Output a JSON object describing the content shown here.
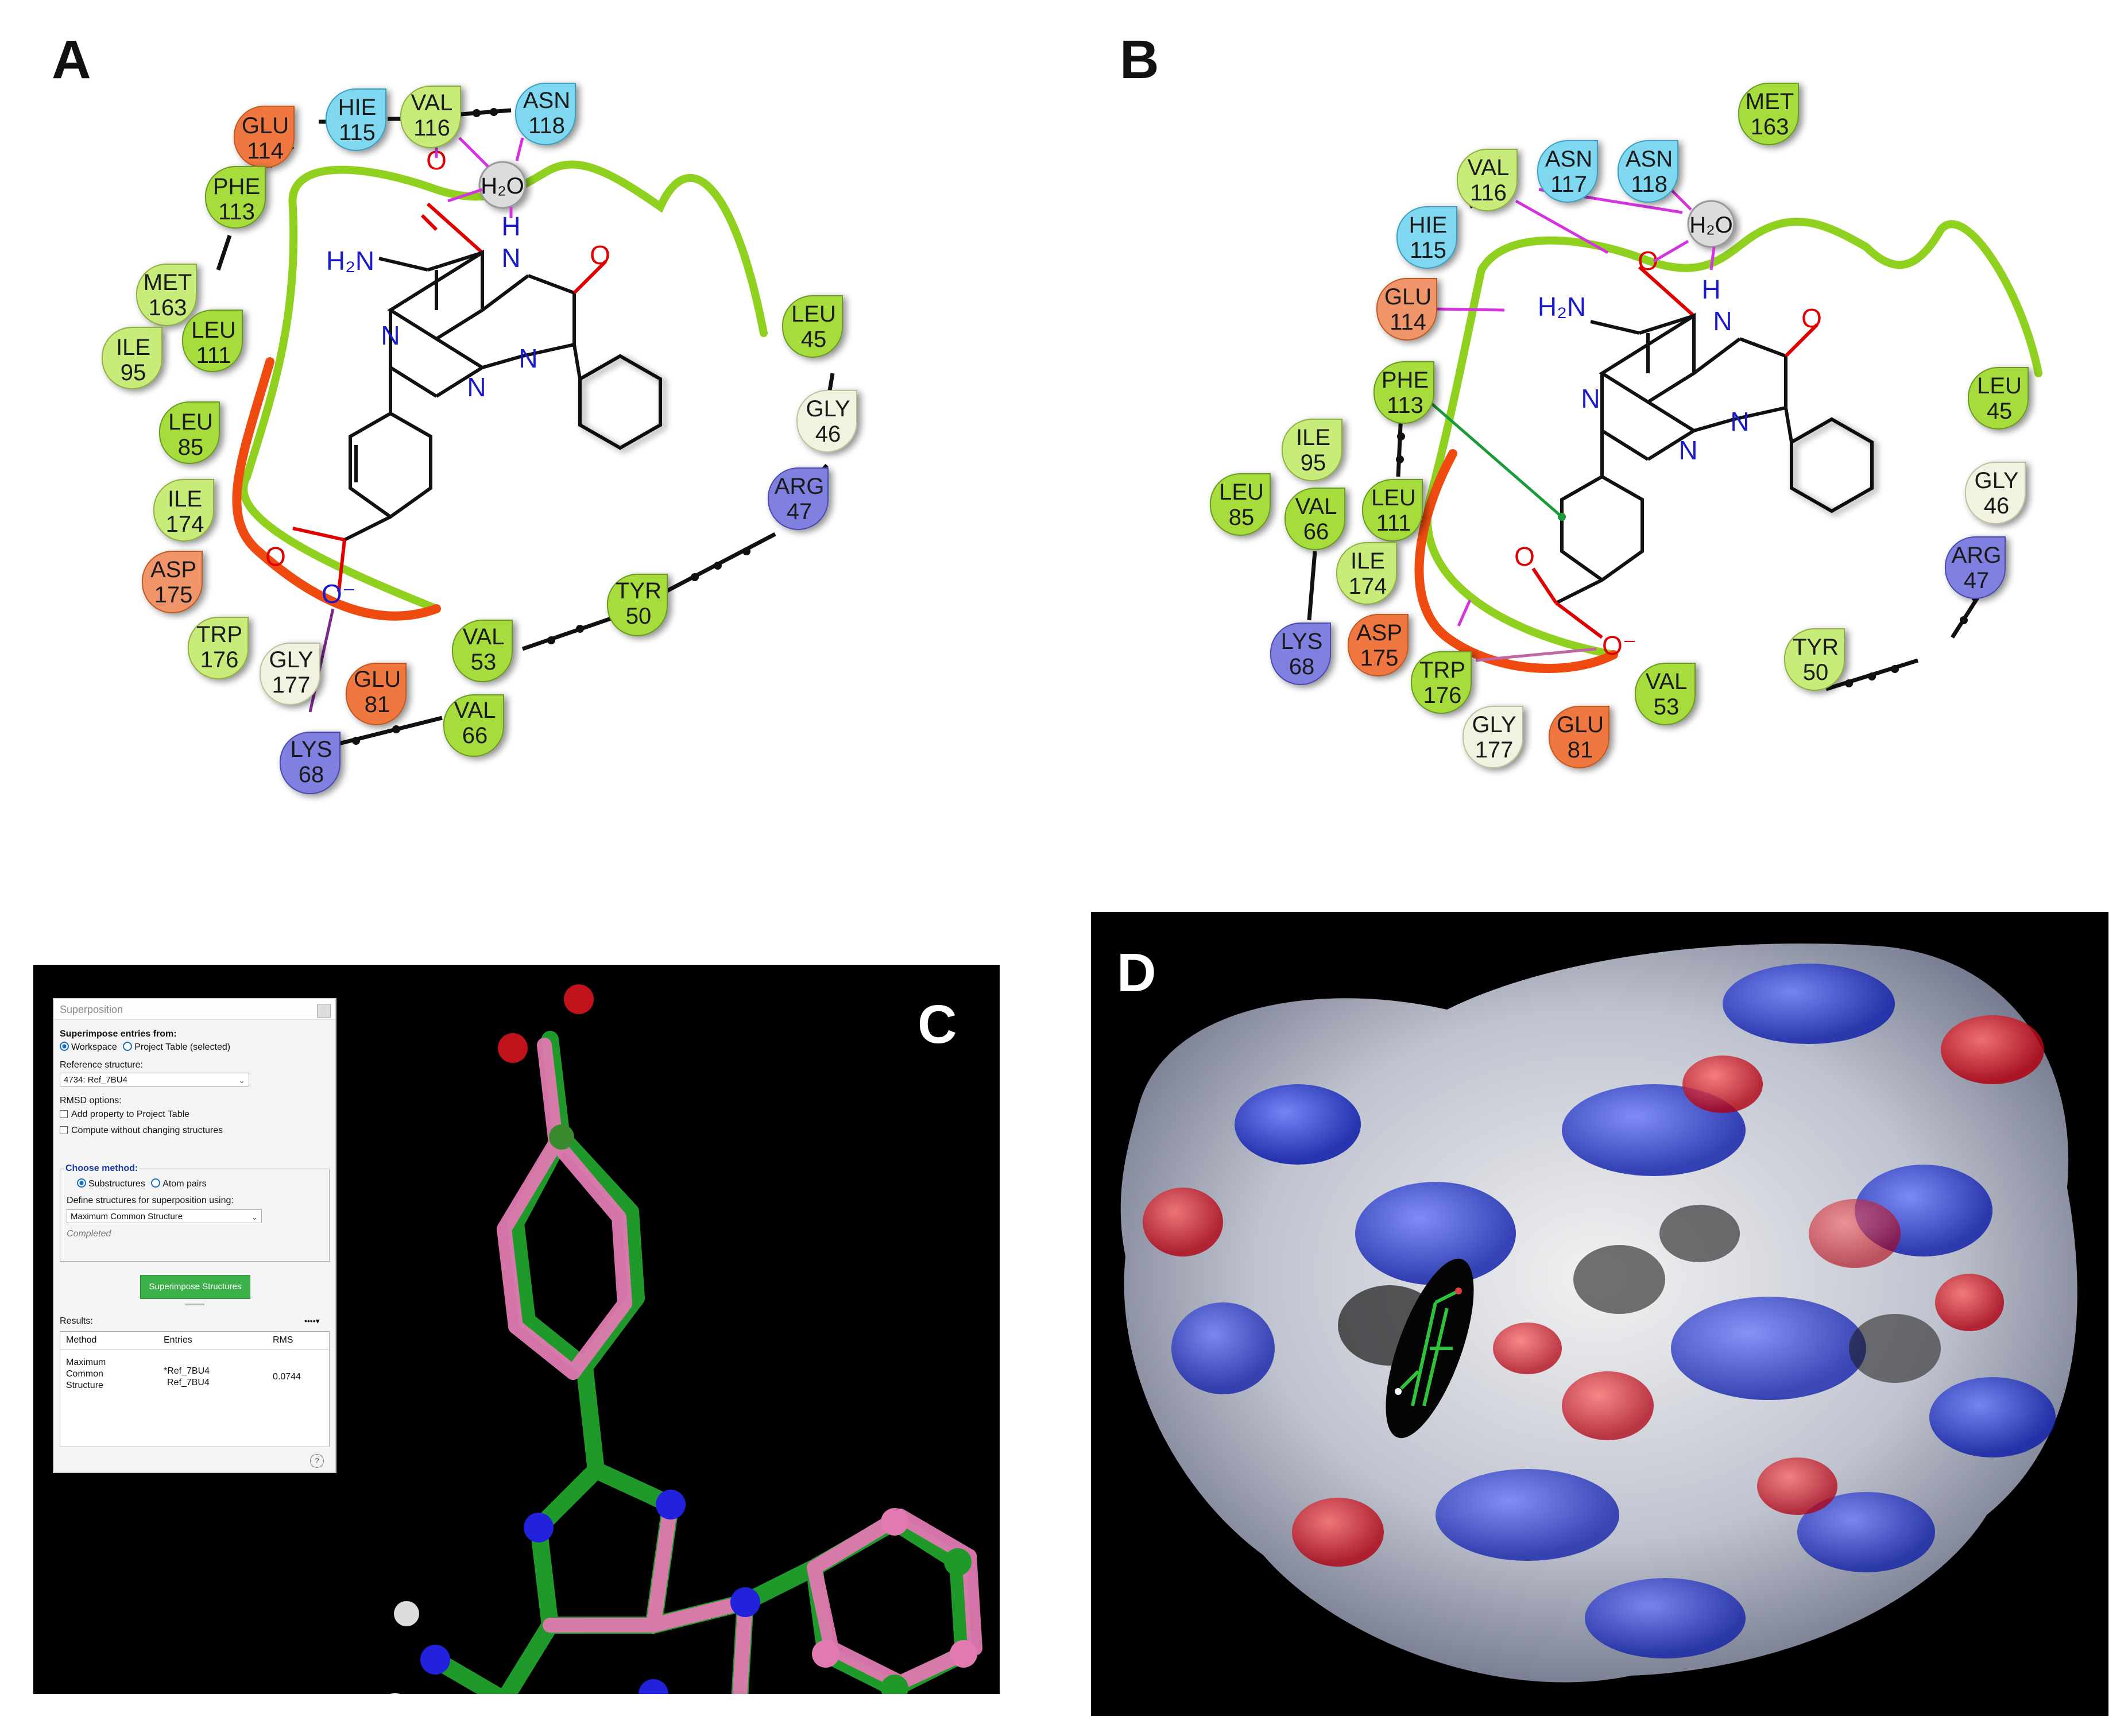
{
  "panel_labels": {
    "a": "A",
    "b": "B",
    "c": "C",
    "d": "D"
  },
  "atoms": {
    "n": "N",
    "o": "O",
    "h": "H",
    "nh2": "H₂N",
    "water": "H₂O",
    "o_minus": "O⁻"
  },
  "colors": {
    "hydrophobic": "#8fd11e",
    "polar": "#7fd8f0",
    "negative": "#f07840",
    "positive": "#8080e0",
    "glycine": "#f2f2e0",
    "hbond": "#d633e0",
    "pipi": "#1a9a3a",
    "ligand_pink": "#e07ab0",
    "ligand_green": "#1f9a2a",
    "button_green": "#3cb14a"
  },
  "panel_a": {
    "residues": [
      {
        "name": "GLU",
        "num": "114",
        "type": "negative"
      },
      {
        "name": "HIE",
        "num": "115",
        "type": "polar"
      },
      {
        "name": "VAL",
        "num": "116",
        "type": "hydrophobic"
      },
      {
        "name": "ASN",
        "num": "118",
        "type": "polar"
      },
      {
        "name": "PHE",
        "num": "113",
        "type": "hydrophobic"
      },
      {
        "name": "MET",
        "num": "163",
        "type": "hydrophobic"
      },
      {
        "name": "LEU",
        "num": "111",
        "type": "hydrophobic"
      },
      {
        "name": "ILE",
        "num": "95",
        "type": "hydrophobic"
      },
      {
        "name": "LEU",
        "num": "85",
        "type": "hydrophobic"
      },
      {
        "name": "ILE",
        "num": "174",
        "type": "hydrophobic"
      },
      {
        "name": "ASP",
        "num": "175",
        "type": "negative"
      },
      {
        "name": "TRP",
        "num": "176",
        "type": "hydrophobic"
      },
      {
        "name": "GLY",
        "num": "177",
        "type": "glycine"
      },
      {
        "name": "GLU",
        "num": "81",
        "type": "negative"
      },
      {
        "name": "LYS",
        "num": "68",
        "type": "positive"
      },
      {
        "name": "VAL",
        "num": "66",
        "type": "hydrophobic"
      },
      {
        "name": "VAL",
        "num": "53",
        "type": "hydrophobic"
      },
      {
        "name": "TYR",
        "num": "50",
        "type": "hydrophobic"
      },
      {
        "name": "ARG",
        "num": "47",
        "type": "positive"
      },
      {
        "name": "GLY",
        "num": "46",
        "type": "glycine"
      },
      {
        "name": "LEU",
        "num": "45",
        "type": "hydrophobic"
      }
    ]
  },
  "panel_b": {
    "residues": [
      {
        "name": "MET",
        "num": "163",
        "type": "hydrophobic"
      },
      {
        "name": "VAL",
        "num": "116",
        "type": "hydrophobic"
      },
      {
        "name": "ASN",
        "num": "117",
        "type": "polar"
      },
      {
        "name": "ASN",
        "num": "118",
        "type": "polar"
      },
      {
        "name": "HIE",
        "num": "115",
        "type": "polar"
      },
      {
        "name": "GLU",
        "num": "114",
        "type": "negative"
      },
      {
        "name": "PHE",
        "num": "113",
        "type": "hydrophobic"
      },
      {
        "name": "ILE",
        "num": "95",
        "type": "hydrophobic"
      },
      {
        "name": "LEU",
        "num": "85",
        "type": "hydrophobic"
      },
      {
        "name": "VAL",
        "num": "66",
        "type": "hydrophobic"
      },
      {
        "name": "LEU",
        "num": "111",
        "type": "hydrophobic"
      },
      {
        "name": "ILE",
        "num": "174",
        "type": "hydrophobic"
      },
      {
        "name": "LYS",
        "num": "68",
        "type": "positive"
      },
      {
        "name": "ASP",
        "num": "175",
        "type": "negative"
      },
      {
        "name": "TRP",
        "num": "176",
        "type": "hydrophobic"
      },
      {
        "name": "GLY",
        "num": "177",
        "type": "glycine"
      },
      {
        "name": "GLU",
        "num": "81",
        "type": "negative"
      },
      {
        "name": "VAL",
        "num": "53",
        "type": "hydrophobic"
      },
      {
        "name": "TYR",
        "num": "50",
        "type": "hydrophobic"
      },
      {
        "name": "ARG",
        "num": "47",
        "type": "positive"
      },
      {
        "name": "GLY",
        "num": "46",
        "type": "glycine"
      },
      {
        "name": "LEU",
        "num": "45",
        "type": "hydrophobic"
      }
    ]
  },
  "dialog": {
    "title": "Superposition",
    "superimpose_from": "Superimpose entries from:",
    "option_workspace": "Workspace",
    "option_project_table": "Project Table (selected)",
    "reference_label": "Reference structure:",
    "reference_value": "4734: Ref_7BU4",
    "rmsd_options": "RMSD options:",
    "check_add_property": "Add property to Project Table",
    "check_compute": "Compute without changing structures",
    "choose_method": "Choose method:",
    "option_substructures": "Substructures",
    "option_atom_pairs": "Atom pairs",
    "define_label": "Define structures for superposition using:",
    "define_value": "Maximum Common Structure",
    "status": "Completed",
    "button": "Superimpose Structures",
    "results_label": "Results:",
    "results_menu": "••••▾",
    "table": {
      "headers": [
        "Method",
        "Entries",
        "RMS"
      ],
      "row": {
        "method": "Maximum Common Structure",
        "entry1": "*Ref_7BU4",
        "entry2": "Ref_7BU4",
        "rms": "0.0744"
      }
    },
    "help": "?"
  }
}
